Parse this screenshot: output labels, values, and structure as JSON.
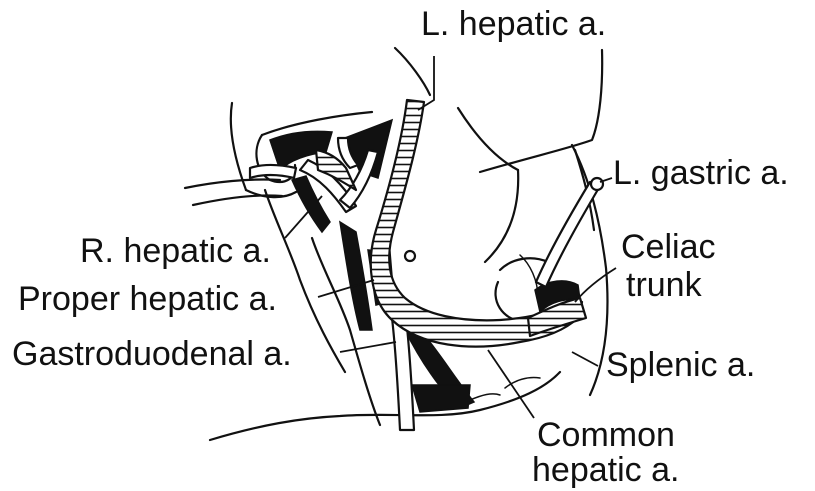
{
  "labels": {
    "left_hepatic": "L. hepatic a.",
    "left_gastric": "L. gastric a.",
    "right_hepatic": "R. hepatic a.",
    "celiac_line1": "Celiac",
    "celiac_line2": "trunk",
    "proper_hepatic": "Proper hepatic a.",
    "gastroduodenal": "Gastroduodenal a.",
    "splenic": "Splenic a.",
    "common_line1": "Common",
    "common_line2": "hepatic a."
  }
}
